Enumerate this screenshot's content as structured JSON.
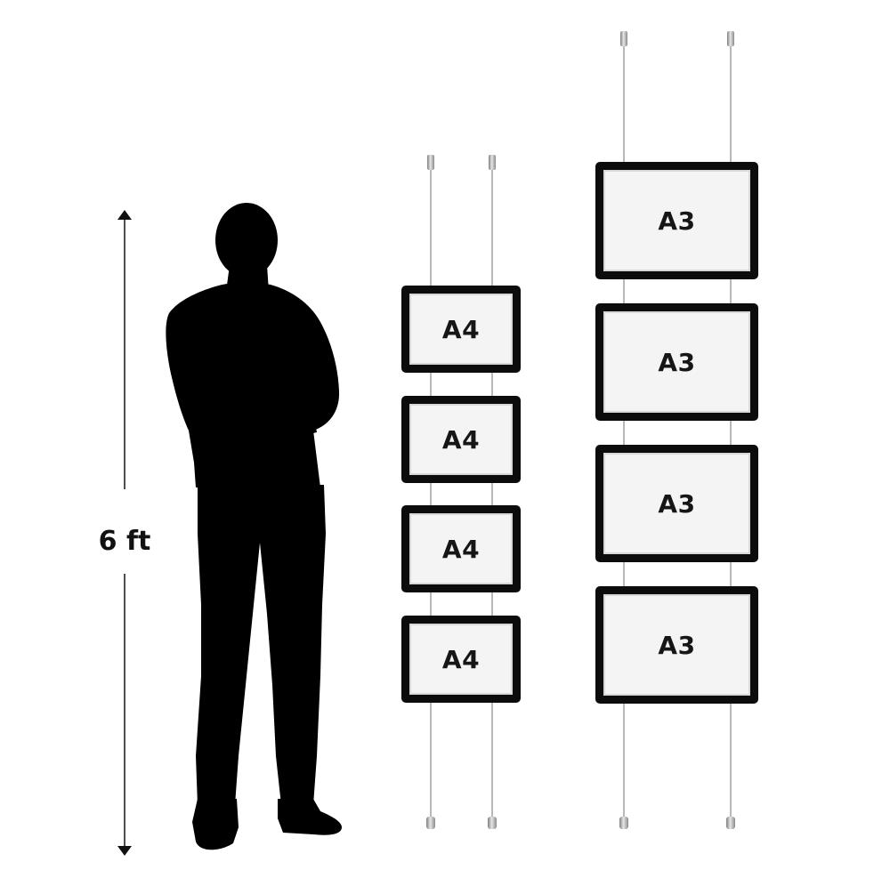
{
  "height_label": "6 ft",
  "panels_a4": [
    "A4",
    "A4",
    "A4",
    "A4"
  ],
  "panels_a3": [
    "A3",
    "A3",
    "A3",
    "A3"
  ],
  "colors": {
    "silhouette": "#000000",
    "frame": "#0c0c0c",
    "panel_fill": "#f4f4f4",
    "cable": "#9a9a9a",
    "fitting": "#a8a8a8",
    "dimension_line": "#222222"
  }
}
